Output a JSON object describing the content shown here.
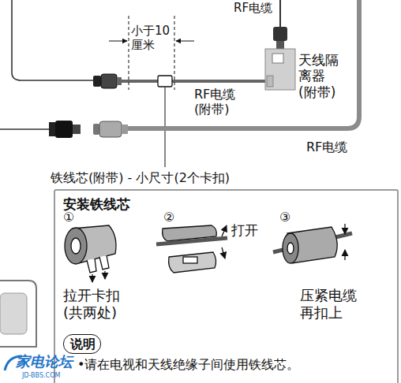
{
  "diagram": {
    "nodes": [
      {
        "text": [
          "安装铁线芯",
          "•请在电视和天线绝缘子间使用铁线芯。"
        ]
      },
      {
        "text": [
          "说明"
        ],
        "in": 0
      }
    ],
    "labels": [
      "RF电缆",
      "小于10 厘米",
      "天线隔离器 (附带)",
      "RF电缆 (附带)",
      "RF电缆",
      "铁线芯(附带) - 小尺寸(2个卡扣)",
      "①",
      "②",
      "③",
      "拉开卡扣 (共两处)",
      "打开",
      "压紧电缆 再扣上",
      "家电论坛",
      "JD-BBS.COM"
    ]
  }
}
